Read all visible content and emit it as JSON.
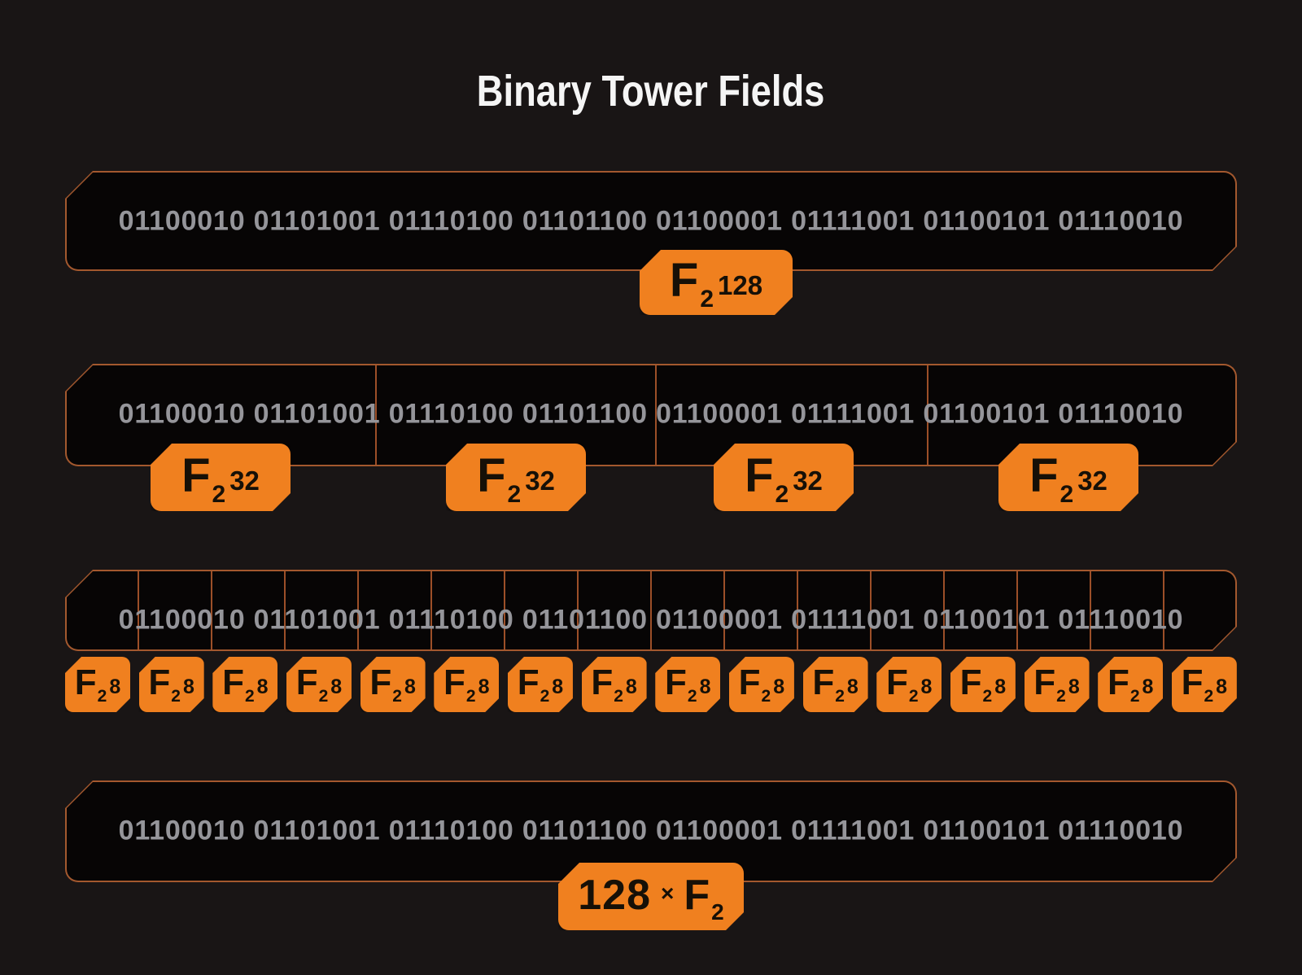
{
  "title": "Binary Tower Fields",
  "colors": {
    "background": "#191515",
    "box_fill": "#070505",
    "box_border": "#A3582E",
    "cell_divider": "#9C4F28",
    "badge_fill": "#F0801F",
    "badge_text": "#161007",
    "binary_text": "#95959A",
    "title_text": "#F5F5F5"
  },
  "rows": [
    {
      "name": "level-f2-128",
      "cells": 1,
      "binary": "01100010 01101001 01110100 01101100 01100001 01111001 01100101 01110010",
      "badge": {
        "base": "F",
        "sub": "2",
        "exp": "128"
      }
    },
    {
      "name": "level-f2-32",
      "cells": 4,
      "binary": "01100010 01101001 01110100 01101100 01100001 01111001 01100101 01110010",
      "badge": {
        "base": "F",
        "sub": "2",
        "exp": "32"
      }
    },
    {
      "name": "level-f2-8",
      "cells": 16,
      "binary": "01100010 01101001 01110100 01101100 01100001 01111001 01100101 01110010",
      "badge": {
        "base": "F",
        "sub": "2",
        "exp": "8"
      }
    },
    {
      "name": "level-128-f2",
      "cells": 1,
      "binary": "01100010 01101001 01110100 01101100 01100001 01111001 01100101 01110010",
      "badge": {
        "prefix": "128",
        "times": "×",
        "base": "F",
        "sub": "2"
      }
    }
  ]
}
